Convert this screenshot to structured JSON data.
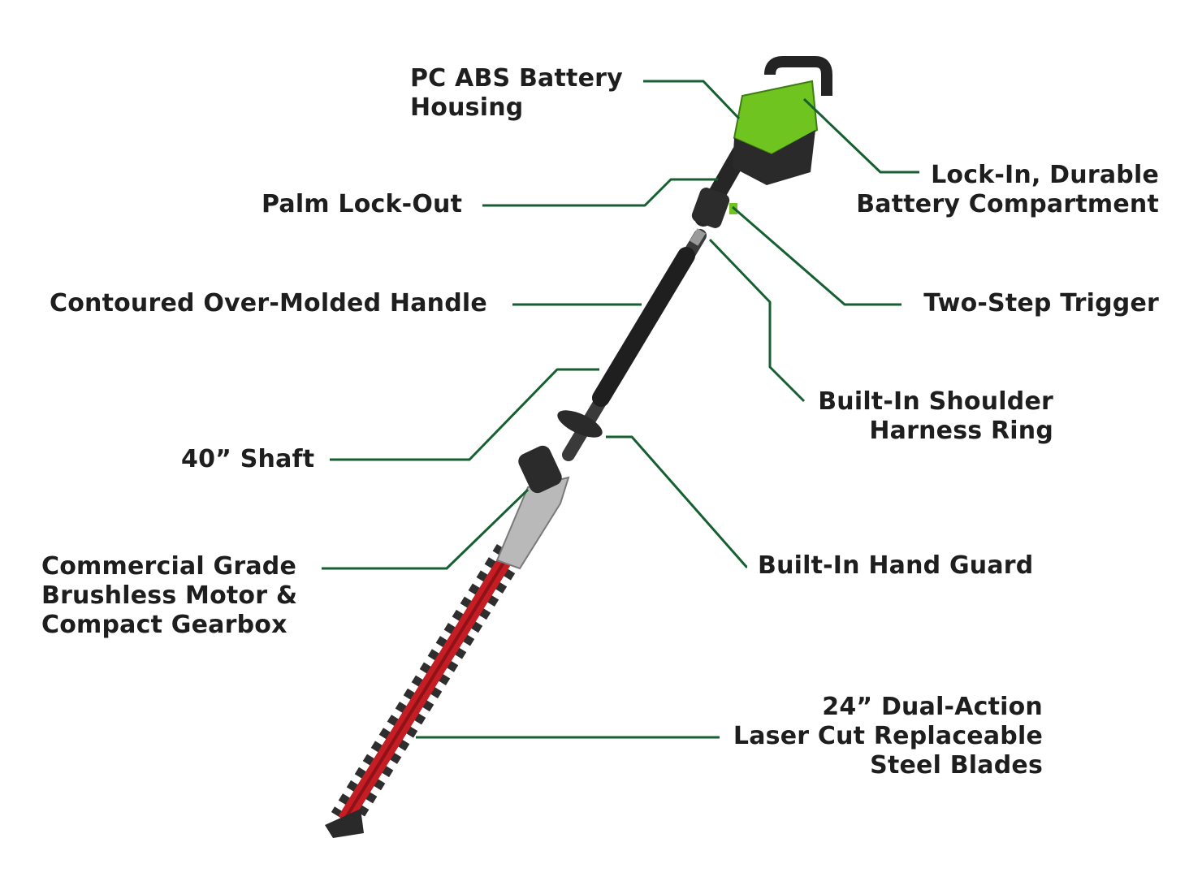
{
  "colors": {
    "leader_line": "#155f30",
    "battery_green": "#6fc420",
    "body_black": "#262626",
    "blade_red": "#c51d24",
    "blade_teeth": "#2e2e2e",
    "gearbox_silver": "#b9b9b9"
  },
  "callouts": {
    "battery_housing": {
      "lines": [
        "PC ABS Battery",
        "Housing"
      ]
    },
    "battery_compartment": {
      "lines": [
        "Lock-In, Durable",
        "Battery Compartment"
      ]
    },
    "palm_lockout": {
      "lines": [
        "Palm Lock-Out"
      ]
    },
    "trigger": {
      "lines": [
        "Two-Step Trigger"
      ]
    },
    "handle": {
      "lines": [
        "Contoured Over-Molded Handle"
      ]
    },
    "harness_ring": {
      "lines": [
        "Built-In Shoulder",
        "Harness Ring"
      ]
    },
    "shaft": {
      "lines": [
        "40” Shaft"
      ]
    },
    "hand_guard": {
      "lines": [
        "Built-In Hand Guard"
      ]
    },
    "motor": {
      "lines": [
        "Commercial Grade",
        "Brushless Motor &",
        "Compact Gearbox"
      ]
    },
    "blades": {
      "lines": [
        "24” Dual-Action",
        "Laser Cut Replaceable",
        "Steel Blades"
      ]
    }
  }
}
